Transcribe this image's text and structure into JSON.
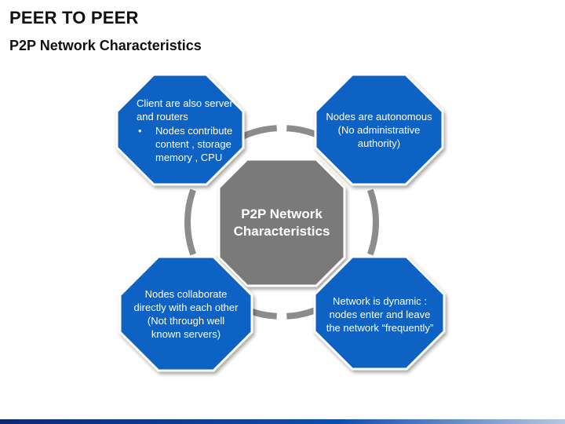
{
  "header": {
    "title": "PEER TO PEER",
    "subtitle": "P2P Network Characteristics"
  },
  "center": {
    "label": "P2P Network Characteristics"
  },
  "nodes": {
    "top_left": {
      "line1": "Client are also server and routers",
      "bullet_symbol": "•",
      "bullet": "Nodes contribute content , storage memory , CPU"
    },
    "top_right": {
      "text": "Nodes are autonomous (No administrative authority)"
    },
    "bottom_left": {
      "text": "Nodes collaborate directly with each other (Not through well known servers)"
    },
    "bottom_right": {
      "text": "Network is dynamic : nodes enter and leave the network “frequently”"
    }
  },
  "colors": {
    "node_fill": "#0c62c4",
    "node_stroke": "#ffffff",
    "center_fill": "#7a7a7a",
    "ring": "#8c8c8c"
  }
}
